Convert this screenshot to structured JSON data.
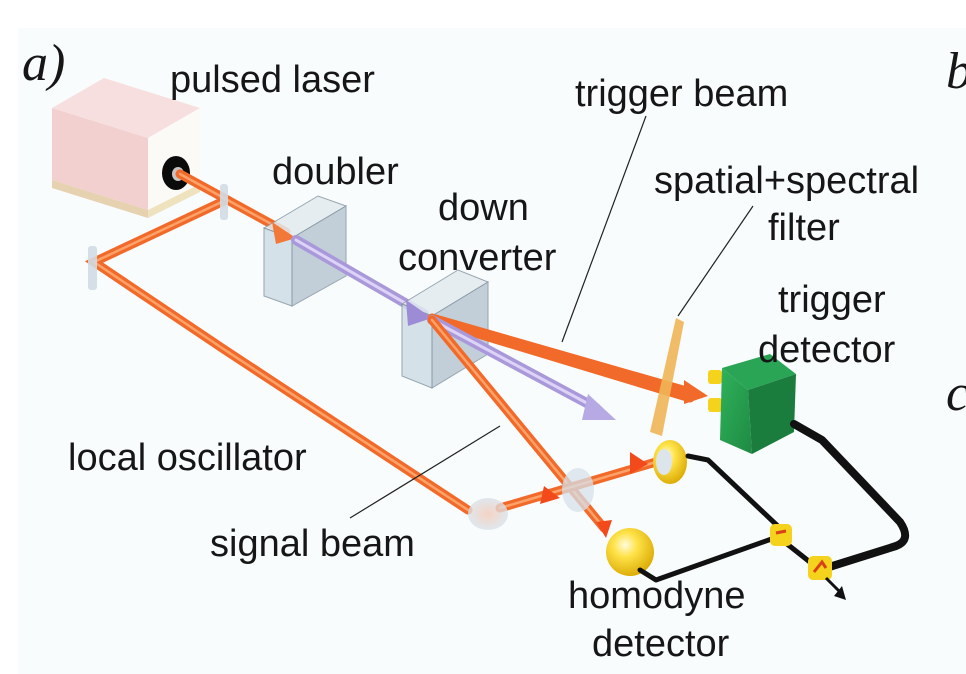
{
  "figure": {
    "panel_labels": {
      "a": "a)",
      "b": "b",
      "c": "c"
    },
    "labels": {
      "pulsed_laser": "pulsed laser",
      "doubler": "doubler",
      "down_converter_line1": "down",
      "down_converter_line2": "converter",
      "trigger_beam": "trigger beam",
      "filter_line1": "spatial+spectral",
      "filter_line2": "filter",
      "trigger_detector_line1": "trigger",
      "trigger_detector_line2": "detector",
      "local_oscillator": "local oscillator",
      "signal_beam": "signal beam",
      "homodyne_detector_line1": "homodyne",
      "homodyne_detector_line2": "detector"
    },
    "colors": {
      "red_beam": "#f26a2a",
      "uv_beam": "#a998da",
      "laser_body": "#f5d6d6",
      "trigger_detector": "#239a4d",
      "photodiode": "#f5d21c",
      "filter": "#f0b557"
    }
  }
}
